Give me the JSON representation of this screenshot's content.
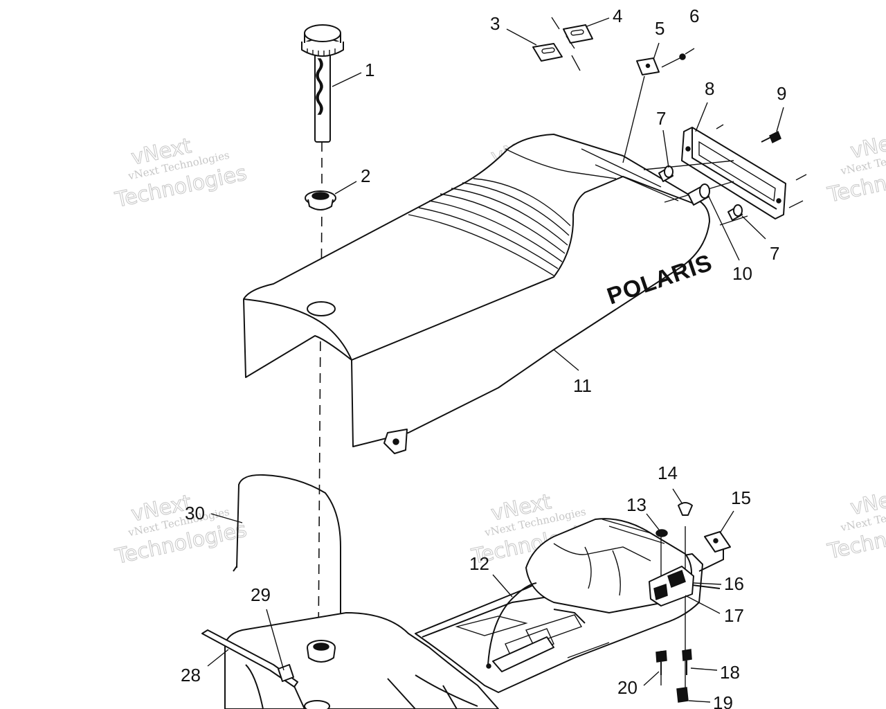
{
  "callouts": [
    {
      "id": "1",
      "label": "1"
    },
    {
      "id": "2",
      "label": "2"
    },
    {
      "id": "3",
      "label": "3"
    },
    {
      "id": "4",
      "label": "4"
    },
    {
      "id": "5",
      "label": "5"
    },
    {
      "id": "6",
      "label": "6"
    },
    {
      "id": "7a",
      "label": "7"
    },
    {
      "id": "7b",
      "label": "7"
    },
    {
      "id": "8",
      "label": "8"
    },
    {
      "id": "9",
      "label": "9"
    },
    {
      "id": "10",
      "label": "10"
    },
    {
      "id": "11",
      "label": "11"
    },
    {
      "id": "12",
      "label": "12"
    },
    {
      "id": "13",
      "label": "13"
    },
    {
      "id": "14",
      "label": "14"
    },
    {
      "id": "15",
      "label": "15"
    },
    {
      "id": "16",
      "label": "16"
    },
    {
      "id": "17",
      "label": "17"
    },
    {
      "id": "18",
      "label": "18"
    },
    {
      "id": "19",
      "label": "19"
    },
    {
      "id": "20",
      "label": "20"
    },
    {
      "id": "28",
      "label": "28"
    },
    {
      "id": "29",
      "label": "29"
    },
    {
      "id": "30",
      "label": "30"
    }
  ],
  "logo_text": "POLARIS",
  "watermark": {
    "line1": "vNext Technologies",
    "line2": "vNext",
    "line3": "Technologies"
  }
}
